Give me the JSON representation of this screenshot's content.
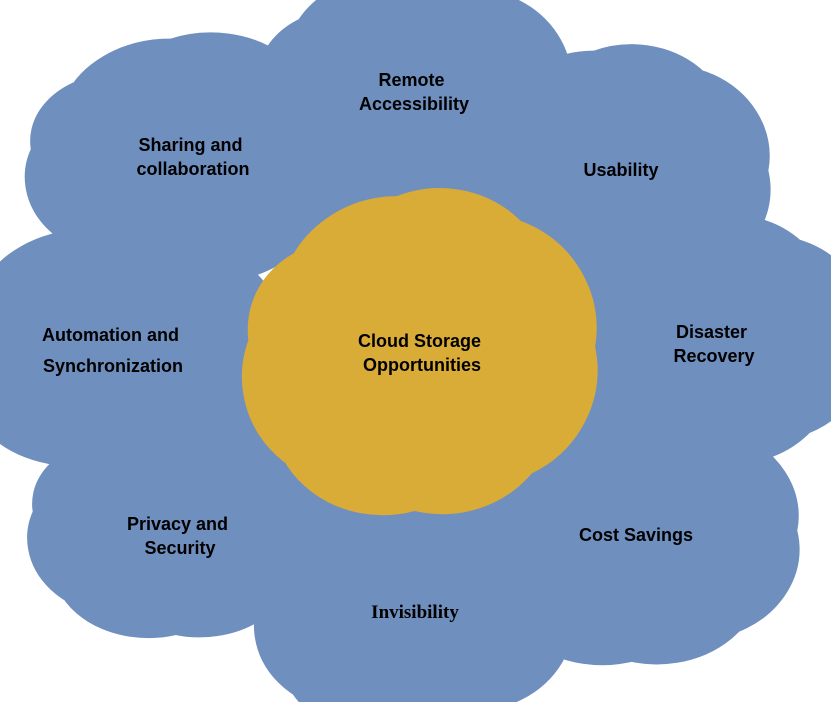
{
  "diagram": {
    "center": {
      "lines": [
        "Cloud Storage",
        "Opportunities"
      ]
    },
    "nodes": [
      {
        "id": "remote-accessibility",
        "lines": [
          "Remote",
          "Accessibility"
        ]
      },
      {
        "id": "usability",
        "lines": [
          "Usability"
        ]
      },
      {
        "id": "disaster-recovery",
        "lines": [
          "Disaster",
          "Recovery"
        ]
      },
      {
        "id": "cost-savings",
        "lines": [
          "Cost Savings"
        ]
      },
      {
        "id": "invisibility",
        "lines": [
          "Invisibility"
        ]
      },
      {
        "id": "privacy-and-security",
        "lines": [
          "Privacy and",
          "Security"
        ]
      },
      {
        "id": "automation-and-synchronization",
        "lines": [
          "Automation and",
          "Synchronization"
        ]
      },
      {
        "id": "sharing-and-collaboration",
        "lines": [
          "Sharing and",
          "collaboration"
        ]
      }
    ]
  },
  "colors": {
    "node_fill": "#d9e6f7",
    "node_stroke": "#6f8fbf",
    "center_fill": "#fde0c4",
    "center_stroke": "#d9ab37",
    "connector": "#000000"
  }
}
